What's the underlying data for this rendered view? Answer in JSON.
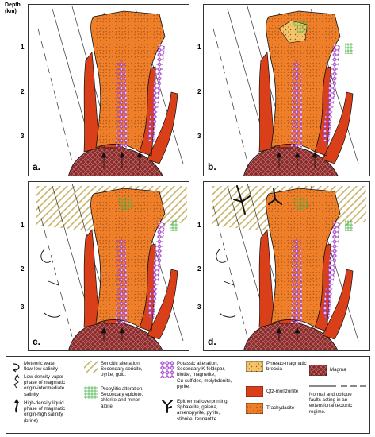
{
  "depth_axis": {
    "title_line1": "Depth",
    "title_line2": "(km)",
    "ticks": [
      "1",
      "2",
      "3"
    ]
  },
  "panels": [
    {
      "label": "a."
    },
    {
      "label": "b."
    },
    {
      "label": "c."
    },
    {
      "label": "d."
    }
  ],
  "colors": {
    "magma": "#8b2b2b",
    "qtz_monzonite": "#d9401a",
    "trachydacite": "#f07f2a",
    "potassic": "#9b2fc9",
    "propylitic": "#3ab13a",
    "sericitic": "#c8b46a",
    "breccia": "#f3c46b"
  },
  "legend": {
    "meteoric_1": "Meteoric water",
    "meteoric_2": "flow-low salinity",
    "vapor_1": "Low-density vapor",
    "vapor_2": "phase of magmatic",
    "vapor_3": "origin-intermediate",
    "vapor_4": "salinity",
    "liquid_1": "High-density liquid",
    "liquid_2": "phase of magmatic",
    "liquid_3": "origin-high salinity",
    "liquid_4": "(brine)",
    "sericitic_1": "Sericitic alteration.",
    "sericitic_2": "Secondary sericite,",
    "sericitic_3": "pyrite, gold.",
    "propylitic_1": "Propylitic alteration.",
    "propylitic_2": "Secondary epidote,",
    "propylitic_3": "chlorite and minor",
    "propylitic_4": "albite.",
    "potassic_1": "Potassic alteration.",
    "potassic_2": "Secondary K-feldspar,",
    "potassic_3": "biotite, magnetite,",
    "potassic_4": "Cu-sulfides, molybdenite,",
    "potassic_5": "pyrite.",
    "epithermal_1": "Epithermal overprinting.",
    "epithermal_2": "Sphalerite, galena,",
    "epithermal_3": "arsenopyrite, pyrite,",
    "epithermal_4": "stibnite, tennantite.",
    "breccia_1": "Phreato-magmatic",
    "breccia_2": "breccia",
    "qtz": "Qtz-monzonite",
    "trachy": "Trachydacite",
    "magma": "Magma",
    "faults_1": "Normal and oblique",
    "faults_2": "faults acting in an",
    "faults_3": "extensional tectonic",
    "faults_4": "regime."
  }
}
